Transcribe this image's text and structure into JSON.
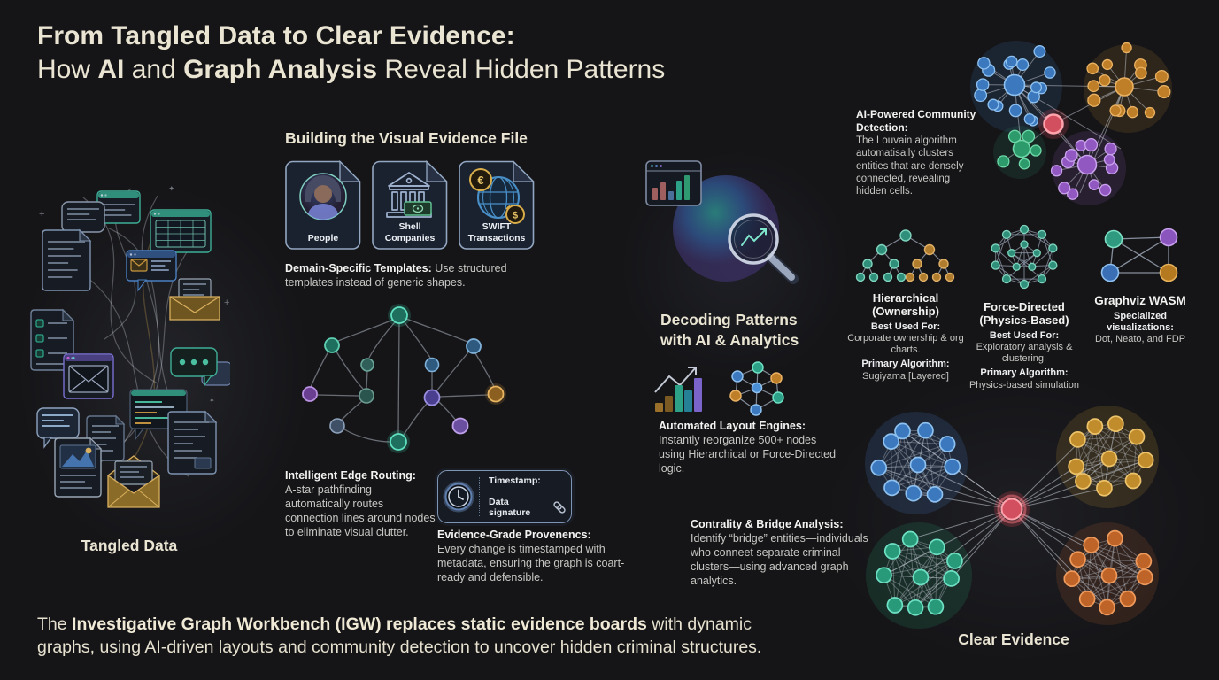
{
  "title": {
    "line1": "From Tangled Data to Clear Evidence:",
    "line2_pre": "How ",
    "line2_bold1": "AI",
    "line2_mid": " and ",
    "line2_bold2": "Graph Analysis",
    "line2_suf": " Reveal Hidden Patterns"
  },
  "tangled": {
    "label": "Tangled Data"
  },
  "building": {
    "heading": "Building the Visual Evidence File",
    "cards": [
      {
        "label": "People",
        "icon": "person-icon"
      },
      {
        "label": "Shell Companies",
        "icon": "bank-icon"
      },
      {
        "label": "SWIFT Transactions",
        "icon": "globe-currency-icon"
      }
    ]
  },
  "templates_note": {
    "bold": "Demain-Specific Templates:",
    "rest": " Use structured templates instead of generic shapes."
  },
  "edge_routing": {
    "heading": "Intelligent Edge Routing:",
    "body": "A-star pathfinding automatically routes connection lines around nodes to eliminate visual clutter."
  },
  "provenance": {
    "timestamp_label": "Timestamp:",
    "signature_label": "Data signature",
    "heading": "Evidence-Grade Provenencs:",
    "body": "Every change is timestamped with metadata, ensuring the graph is coart-ready and defensible."
  },
  "decoding": {
    "line1": "Decoding Patterns",
    "line2": "with AI & Analytics"
  },
  "layout_engines": {
    "heading": "Automated Layout Engines:",
    "body": "Instantly reorganize 500+ nodes using Hierarchical or Force-Directed logic."
  },
  "centrality": {
    "heading": "Contrality & Bridge Analysis:",
    "body": "Identify “bridge” entities—individuals who conneet separate criminal clusters—using advanced graph analytics."
  },
  "community": {
    "heading": "AI-Powered Community Detection:",
    "body": "The Louvain algorithm automatisally clusters entities that are densely connected, revealing hidden cells."
  },
  "algorithms": {
    "hierarchical": {
      "title1": "Hierarchical",
      "title2": "(Ownership)",
      "best_label": "Best Used For:",
      "best": "Corporate ownership & org charts.",
      "algo_label": "Primary Algorithm:",
      "algo": "Sugiyama [Layered]"
    },
    "force": {
      "title1": "Force-Directed",
      "title2": "(Physics-Based)",
      "best_label": "Best Used For:",
      "best": "Exploratory analysis & clustering.",
      "algo_label": "Primary Algorithm:",
      "algo": "Physics-based simulation"
    },
    "graphviz": {
      "title": "Graphviz WASM",
      "sub1": "Specialized",
      "sub2": "visualizations:",
      "sub3": "Dot, Neato, and FDP"
    }
  },
  "clear": {
    "label": "Clear Evidence"
  },
  "footer": {
    "prefix": "The ",
    "bold": "Investigative Graph Workbench (IGW) replaces static evidence boards",
    "rest": " with dynamic",
    "line2": "graphs, using AI-driven layouts and community detection to uncover hidden criminal structures."
  },
  "icons": {
    "euro": "€",
    "dollar": "$",
    "sparkle": "✦",
    "plus": "+"
  },
  "palette": {
    "background": "#151518",
    "cream": "#eae4d2",
    "white": "#f3f4f1",
    "body_text": "#c7c7c3",
    "blue": "#3b78bd",
    "blue_light": "#8ec1f0",
    "orange": "#bf7f28",
    "orange_light": "#eab263",
    "gold": "#c08c2c",
    "gold_light": "#ecc26a",
    "teal": "#2da188",
    "teal_light": "#6fe0c4",
    "green": "#2d9a6b",
    "green_light": "#6fd8a8",
    "purple": "#9058c0",
    "purple_light": "#cba2ee",
    "rust": "#bf6428",
    "rust_light": "#ee9a5c",
    "red": "#d14f5e",
    "red_light": "#ffa3ac",
    "slate": "#8ea2bd",
    "edge": "#c9ced8"
  }
}
